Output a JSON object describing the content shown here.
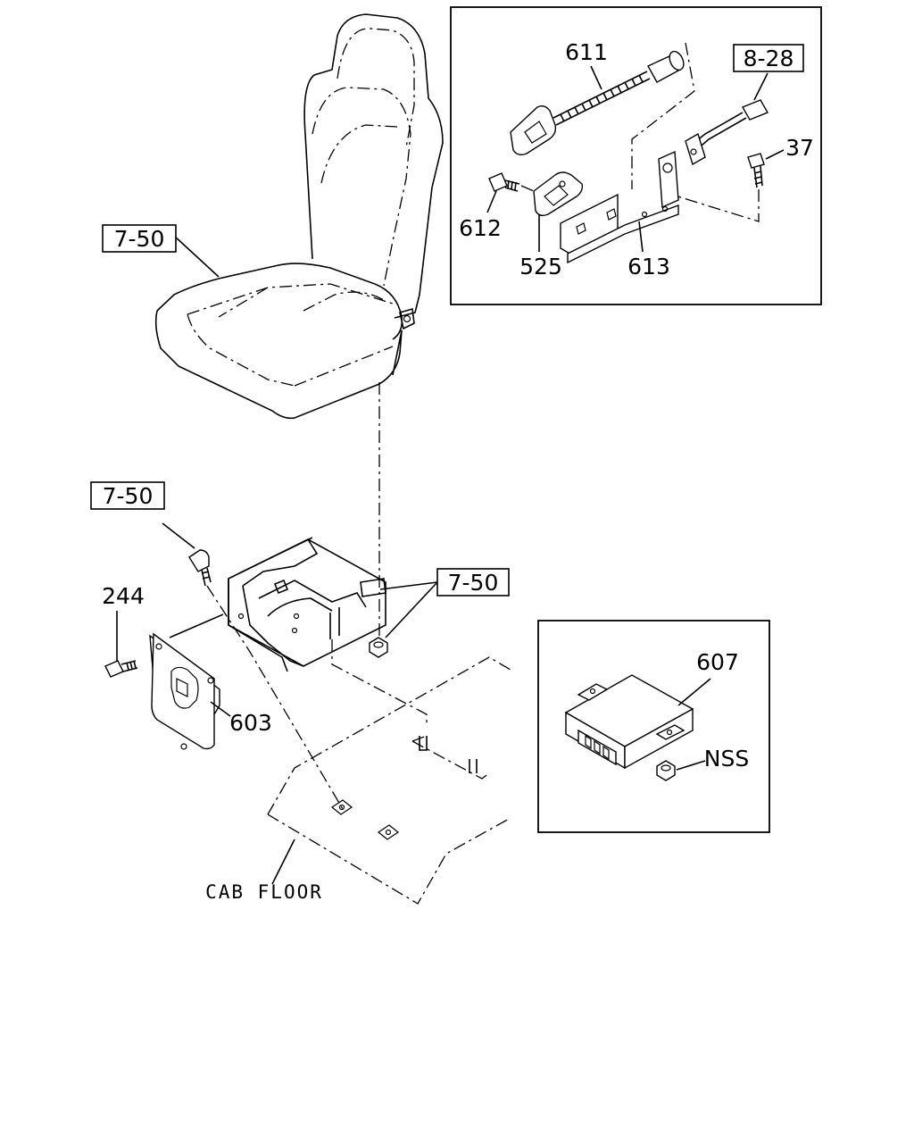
{
  "labels": {
    "ref_7_50_seat": "7-50",
    "ref_7_50_bolt": "7-50",
    "ref_7_50_nut": "7-50",
    "ref_8_28": "8-28",
    "p611": "611",
    "p612": "612",
    "p525": "525",
    "p613": "613",
    "p37": "37",
    "p244": "244",
    "p603": "603",
    "p607": "607",
    "nss": "NSS",
    "cab_floor": "CAB FLOOR"
  }
}
